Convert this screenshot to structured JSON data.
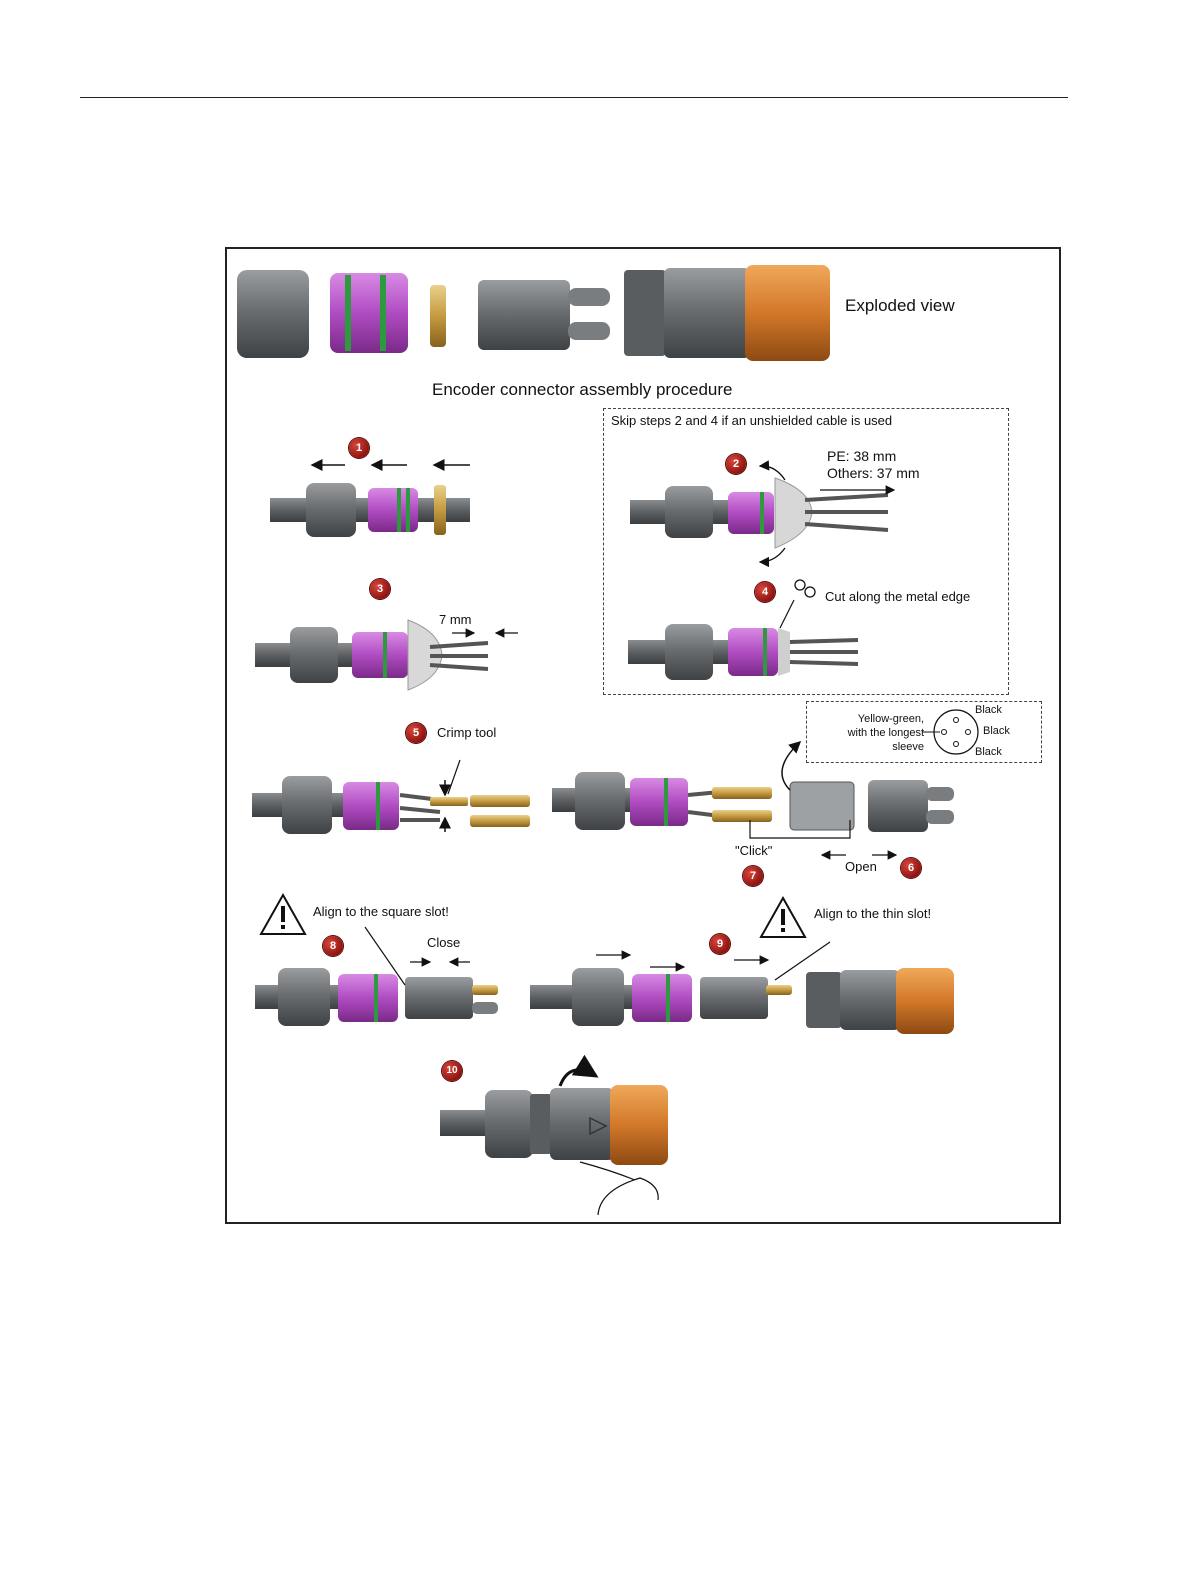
{
  "figure": {
    "exploded_view": "Exploded view",
    "procedure_title": "Encoder connector assembly procedure",
    "skip_note": "Skip steps 2 and 4 if an unshielded cable is used",
    "pe_length": "PE: 38 mm",
    "others_length": "Others: 37 mm",
    "cut_note": "Cut along the metal edge",
    "strip_length": "7 mm",
    "crimp_tool": "Crimp tool",
    "pin_legend": {
      "ground_wire": "Yellow-green,",
      "ground_wire_2": "with the longest",
      "ground_wire_3": "sleeve",
      "pin_a": "Black",
      "pin_b": "Black",
      "pin_c": "Black"
    },
    "click": "\"Click\"",
    "open": "Open",
    "close": "Close",
    "align_square": "Align to the square slot!",
    "align_thin": "Align to the thin slot!"
  },
  "steps": [
    "1",
    "2",
    "3",
    "4",
    "5",
    "6",
    "7",
    "8",
    "9",
    "10"
  ],
  "colors": {
    "gray_body": "#6e7174",
    "purple_ring": "#b44fc4",
    "green_seal": "#2e9a3e",
    "orange_nut": "#d7802a",
    "brass": "#c9a34a",
    "badge_red": "#b0201a"
  }
}
